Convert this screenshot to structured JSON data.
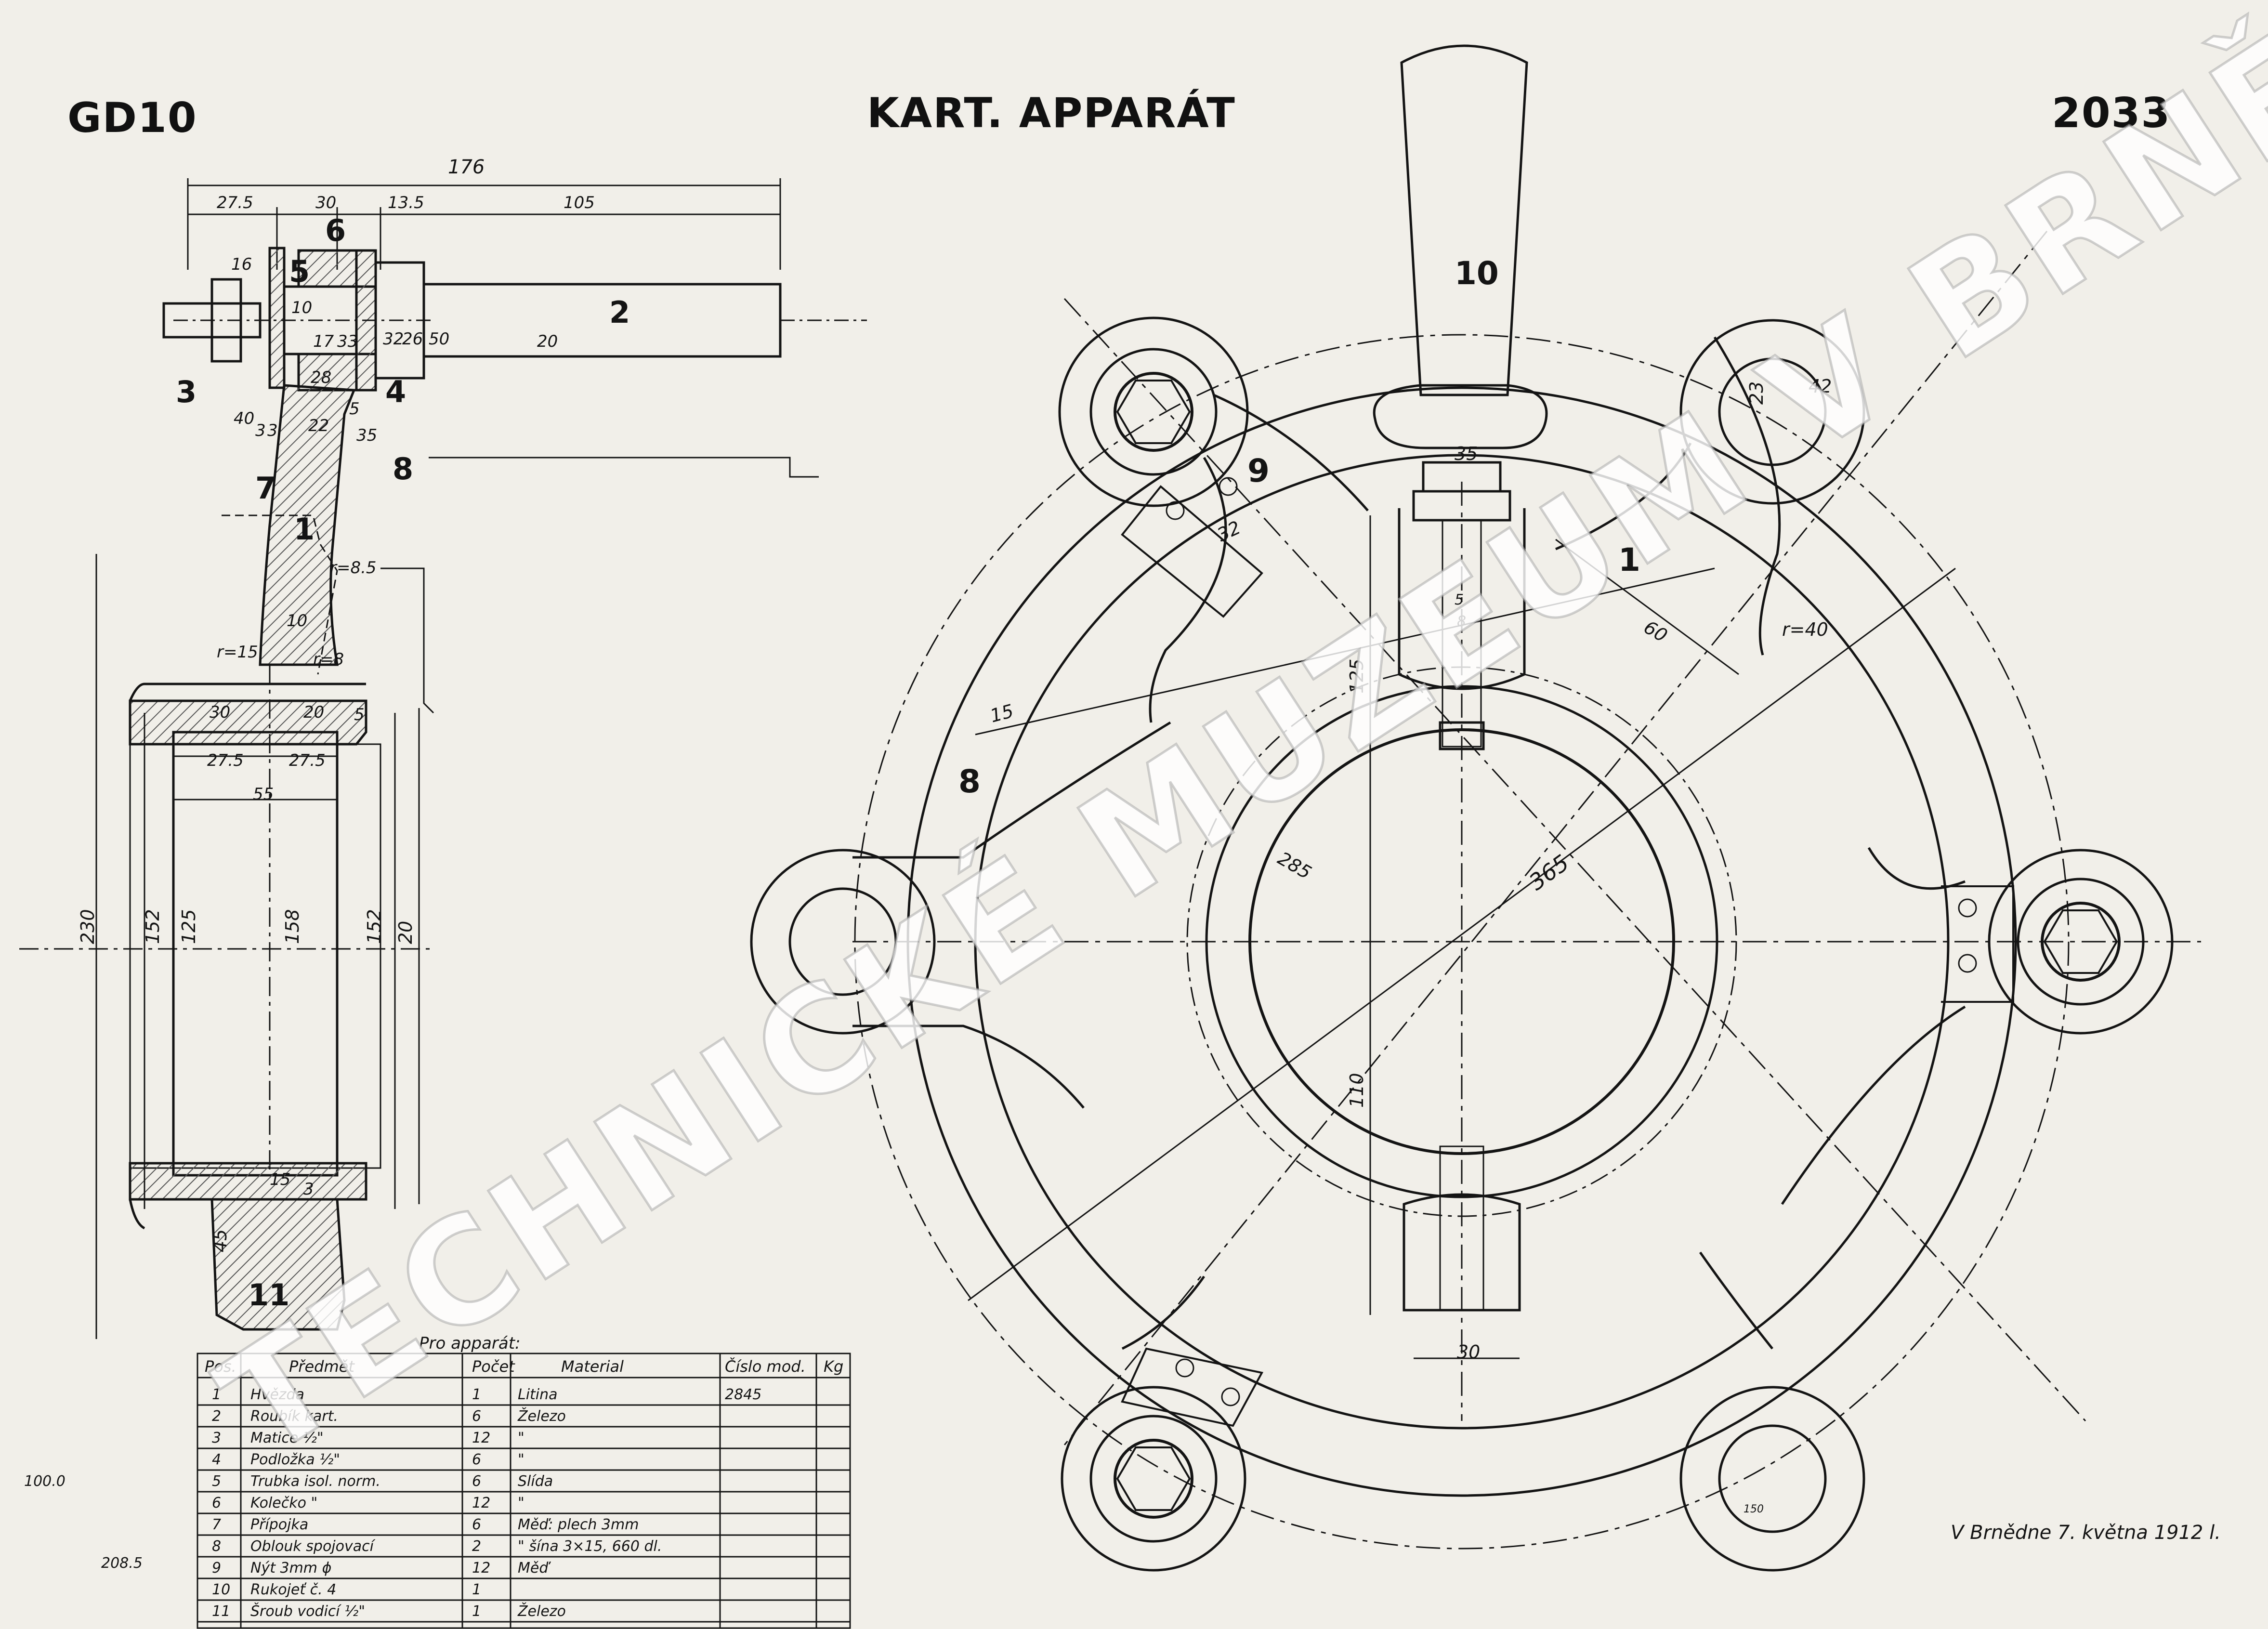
{
  "header": {
    "code": "GD10",
    "title": "KART. APPARÁT",
    "number": "2033"
  },
  "watermark": "TECHNICKÉ MUZEUM V BRNĚ",
  "signature": "V Brnědne 7. května 1912 l.",
  "position_labels": [
    "1",
    "2",
    "3",
    "4",
    "5",
    "6",
    "7",
    "8",
    "9",
    "10",
    "11"
  ],
  "dimensions": {
    "side_view": [
      "176",
      "27.5",
      "30",
      "13.5",
      "105",
      "16",
      "10",
      "17",
      "33",
      "32",
      "26",
      "50",
      "20",
      "28",
      "22",
      "3",
      "3",
      "5",
      "40",
      "35",
      "r=8.5",
      "r=15",
      "r=8",
      "10",
      "30",
      "20",
      "27.5",
      "27.5",
      "55",
      "230",
      "152",
      "125",
      "158",
      "152",
      "20",
      "45",
      "15",
      "3",
      "5"
    ],
    "front_view": [
      "35",
      "5",
      "8",
      "125",
      "110",
      "30",
      "32",
      "15",
      "285",
      "365",
      "60",
      "r=40",
      "23",
      "42",
      "150"
    ]
  },
  "parts_table": {
    "caption": "Pro apparát:",
    "headers": [
      "Pos.",
      "Předmět",
      "Počet",
      "Material",
      "Číslo mod.",
      "Kg"
    ],
    "rows": [
      {
        "pos": "1",
        "item": "Hvězda",
        "count": "1",
        "material": "Litina",
        "model": "2845",
        "kg": ""
      },
      {
        "pos": "2",
        "item": "Roubík kart.",
        "count": "6",
        "material": "Železo",
        "model": "",
        "kg": ""
      },
      {
        "pos": "3",
        "item": "Matice ½\"",
        "count": "12",
        "material": "\"",
        "model": "",
        "kg": ""
      },
      {
        "pos": "4",
        "item": "Podložka ½\"",
        "count": "6",
        "material": "\"",
        "model": "",
        "kg": ""
      },
      {
        "pos": "5",
        "item": "Trubka isol. norm.",
        "count": "6",
        "material": "Slída",
        "model": "",
        "kg": ""
      },
      {
        "pos": "6",
        "item": "Kolečko \"",
        "count": "12",
        "material": "\"",
        "model": "",
        "kg": ""
      },
      {
        "pos": "7",
        "item": "Přípojka",
        "count": "6",
        "material": "Měď: plech 3mm",
        "model": "",
        "kg": ""
      },
      {
        "pos": "8",
        "item": "Oblouk spojovací",
        "count": "2",
        "material": "\" šína 3×15, 660 dl.",
        "model": "",
        "kg": ""
      },
      {
        "pos": "9",
        "item": "Nýt 3mm ϕ",
        "count": "12",
        "material": "Měď",
        "model": "",
        "kg": ""
      },
      {
        "pos": "10",
        "item": "Rukojeť č. 4",
        "count": "1",
        "material": "",
        "model": "",
        "kg": ""
      },
      {
        "pos": "11",
        "item": "Šroub vodicí ½\"",
        "count": "1",
        "material": "Železo",
        "model": "",
        "kg": ""
      }
    ]
  },
  "margin_notes": [
    "100.0",
    "208.5"
  ],
  "colors": {
    "paper": "#f1efe9",
    "ink": "#141414",
    "hatch": "#555555"
  }
}
